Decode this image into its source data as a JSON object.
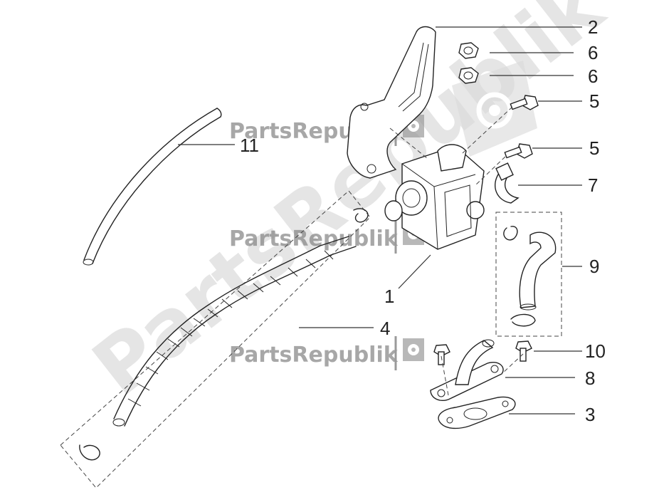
{
  "watermark": {
    "brand": "PartsRepublik",
    "large": "PartsRepublik"
  },
  "callouts": [
    "1",
    "2",
    "3",
    "4",
    "5",
    "5",
    "6",
    "6",
    "7",
    "8",
    "9",
    "10",
    "11"
  ]
}
